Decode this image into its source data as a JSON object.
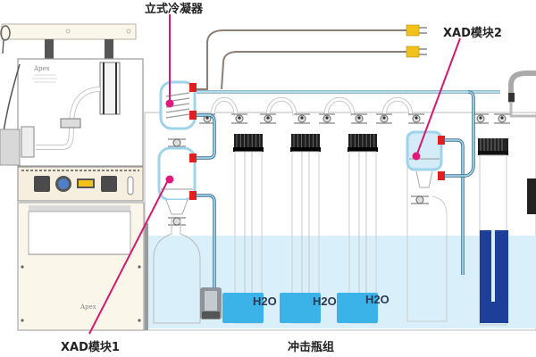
{
  "diagram": {
    "title": "Impinger sampling train schematic",
    "labels": {
      "condenser": "立式冷凝器",
      "xad1": "XAD模块1",
      "xad2": "XAD模块2",
      "impinger_set": "冲击瓶组"
    },
    "impinger_contents": [
      "H2O",
      "H2O",
      "H2O"
    ],
    "impinger_count": 5,
    "colors": {
      "callout_line": "#d6186e",
      "callout_dot": "#e0197a",
      "glass_tube": "#9fd3ea",
      "water_bath": "#d9eff9",
      "impinger_water": "#3bb3e8",
      "silica_gel": "#1d3f9a",
      "connector_red": "#e02020",
      "thermocouple_yellow": "#f2c21a",
      "cabinet_beige": "#fbf6ea",
      "outline_gray": "#9a9a9a"
    }
  }
}
